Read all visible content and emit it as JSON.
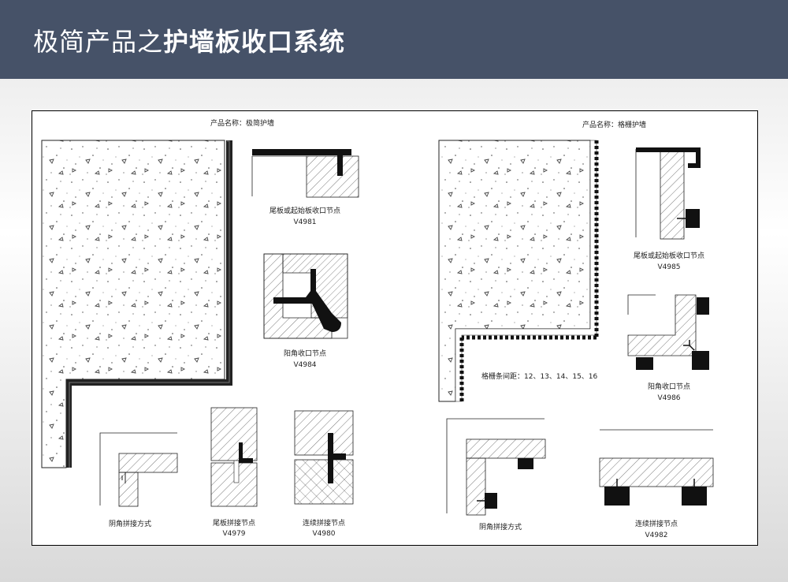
{
  "header": {
    "title_light": "极简产品之",
    "title_bold": "护墙板收口系统",
    "background_color": "#465268"
  },
  "left_section": {
    "product_name": "产品名称：极简护墙",
    "nodes": [
      {
        "name": "尾板或起始板收口节点",
        "code": "V4981"
      },
      {
        "name": "阳角收口节点",
        "code": "V4984"
      },
      {
        "name": "阴角拼接方式",
        "code": ""
      },
      {
        "name": "尾板拼接节点",
        "code": "V4979"
      },
      {
        "name": "连续拼接节点",
        "code": "V4980"
      }
    ]
  },
  "right_section": {
    "product_name": "产品名称：格栅护墙",
    "grid_spacing": "格栅条间距：12、13、14、15、16",
    "nodes": [
      {
        "name": "尾板或起始板收口节点",
        "code": "V4985"
      },
      {
        "name": "阳角收口节点",
        "code": "V4986"
      },
      {
        "name": "阴角拼接方式",
        "code": ""
      },
      {
        "name": "连续拼接节点",
        "code": "V4982"
      }
    ]
  }
}
